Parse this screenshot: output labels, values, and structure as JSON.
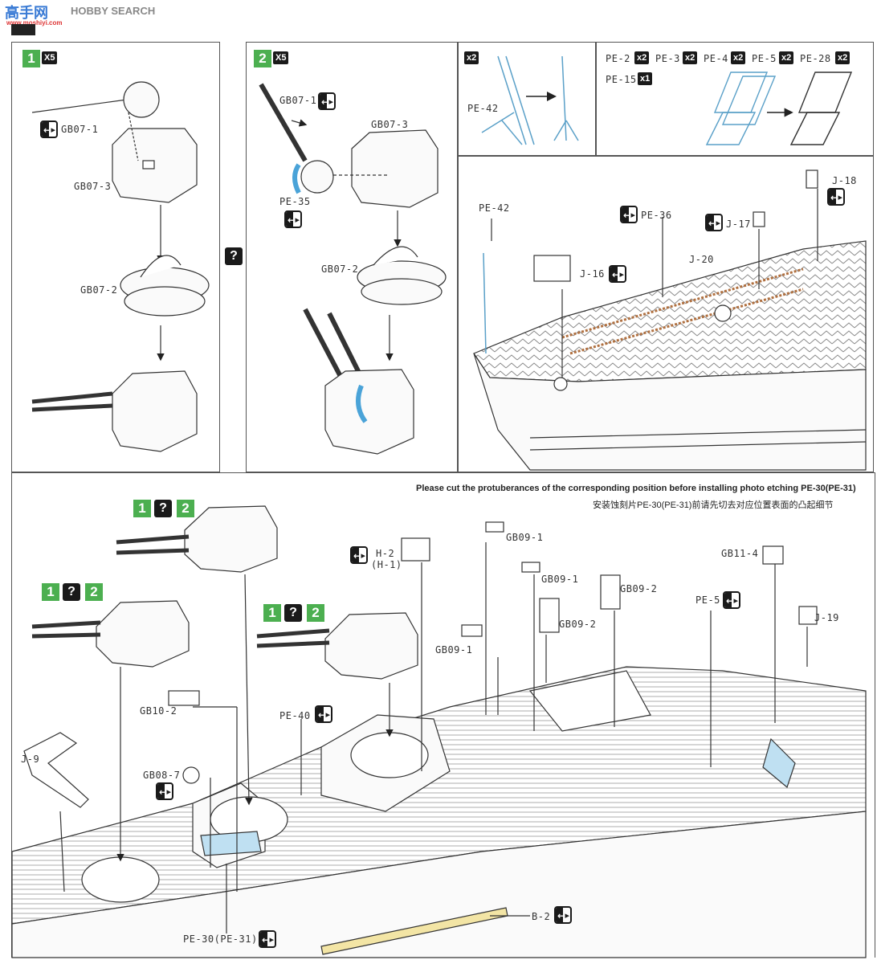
{
  "watermark": {
    "logo_text": "高手网",
    "site": "HOBBY SEARCH",
    "url": "www.moshiyi.com"
  },
  "top_left": {
    "step": "1",
    "multiplier": "X5",
    "labels": [
      "GB07-1",
      "GB07-3",
      "GB07-2"
    ]
  },
  "top_mid": {
    "step": "2",
    "multiplier": "X5",
    "labels": [
      "GB07-1",
      "GB07-3",
      "PE-35",
      "GB07-2"
    ]
  },
  "question_badge": "?",
  "top_right_a": {
    "multiplier": "x2",
    "label": "PE-42"
  },
  "top_right_b": {
    "parts": [
      {
        "name": "PE-2",
        "qty": "x2"
      },
      {
        "name": "PE-3",
        "qty": "x2"
      },
      {
        "name": "PE-4",
        "qty": "x2"
      },
      {
        "name": "PE-5",
        "qty": "x2"
      },
      {
        "name": "PE-28",
        "qty": "x2"
      },
      {
        "name": "PE-15",
        "qty": "x1"
      }
    ]
  },
  "bow": {
    "labels": [
      "PE-42",
      "PE-36",
      "J-17",
      "J-18",
      "J-20",
      "J-16"
    ]
  },
  "bottom": {
    "note_en": "Please cut the protuberances of the corresponding position before installing photo etching PE-30(PE-31)",
    "note_cn": "安装蚀刻片PE-30(PE-31)前请先切去对应位置表面的凸起细节",
    "group_step": [
      "1",
      "?",
      "2"
    ],
    "labels": {
      "h2": "H-2",
      "h1": "(H-1)",
      "gb09_1a": "GB09-1",
      "gb09_1b": "GB09-1",
      "gb09_1c": "GB09-1",
      "gb09_2a": "GB09-2",
      "gb09_2b": "GB09-2",
      "gb11_4": "GB11-4",
      "pe5": "PE-5",
      "j19": "J-19",
      "gb10_2": "GB10-2",
      "pe40": "PE-40",
      "gb08_7": "GB08-7",
      "j9": "J-9",
      "pe30": "PE-30(PE-31)",
      "b2": "B-2"
    }
  }
}
